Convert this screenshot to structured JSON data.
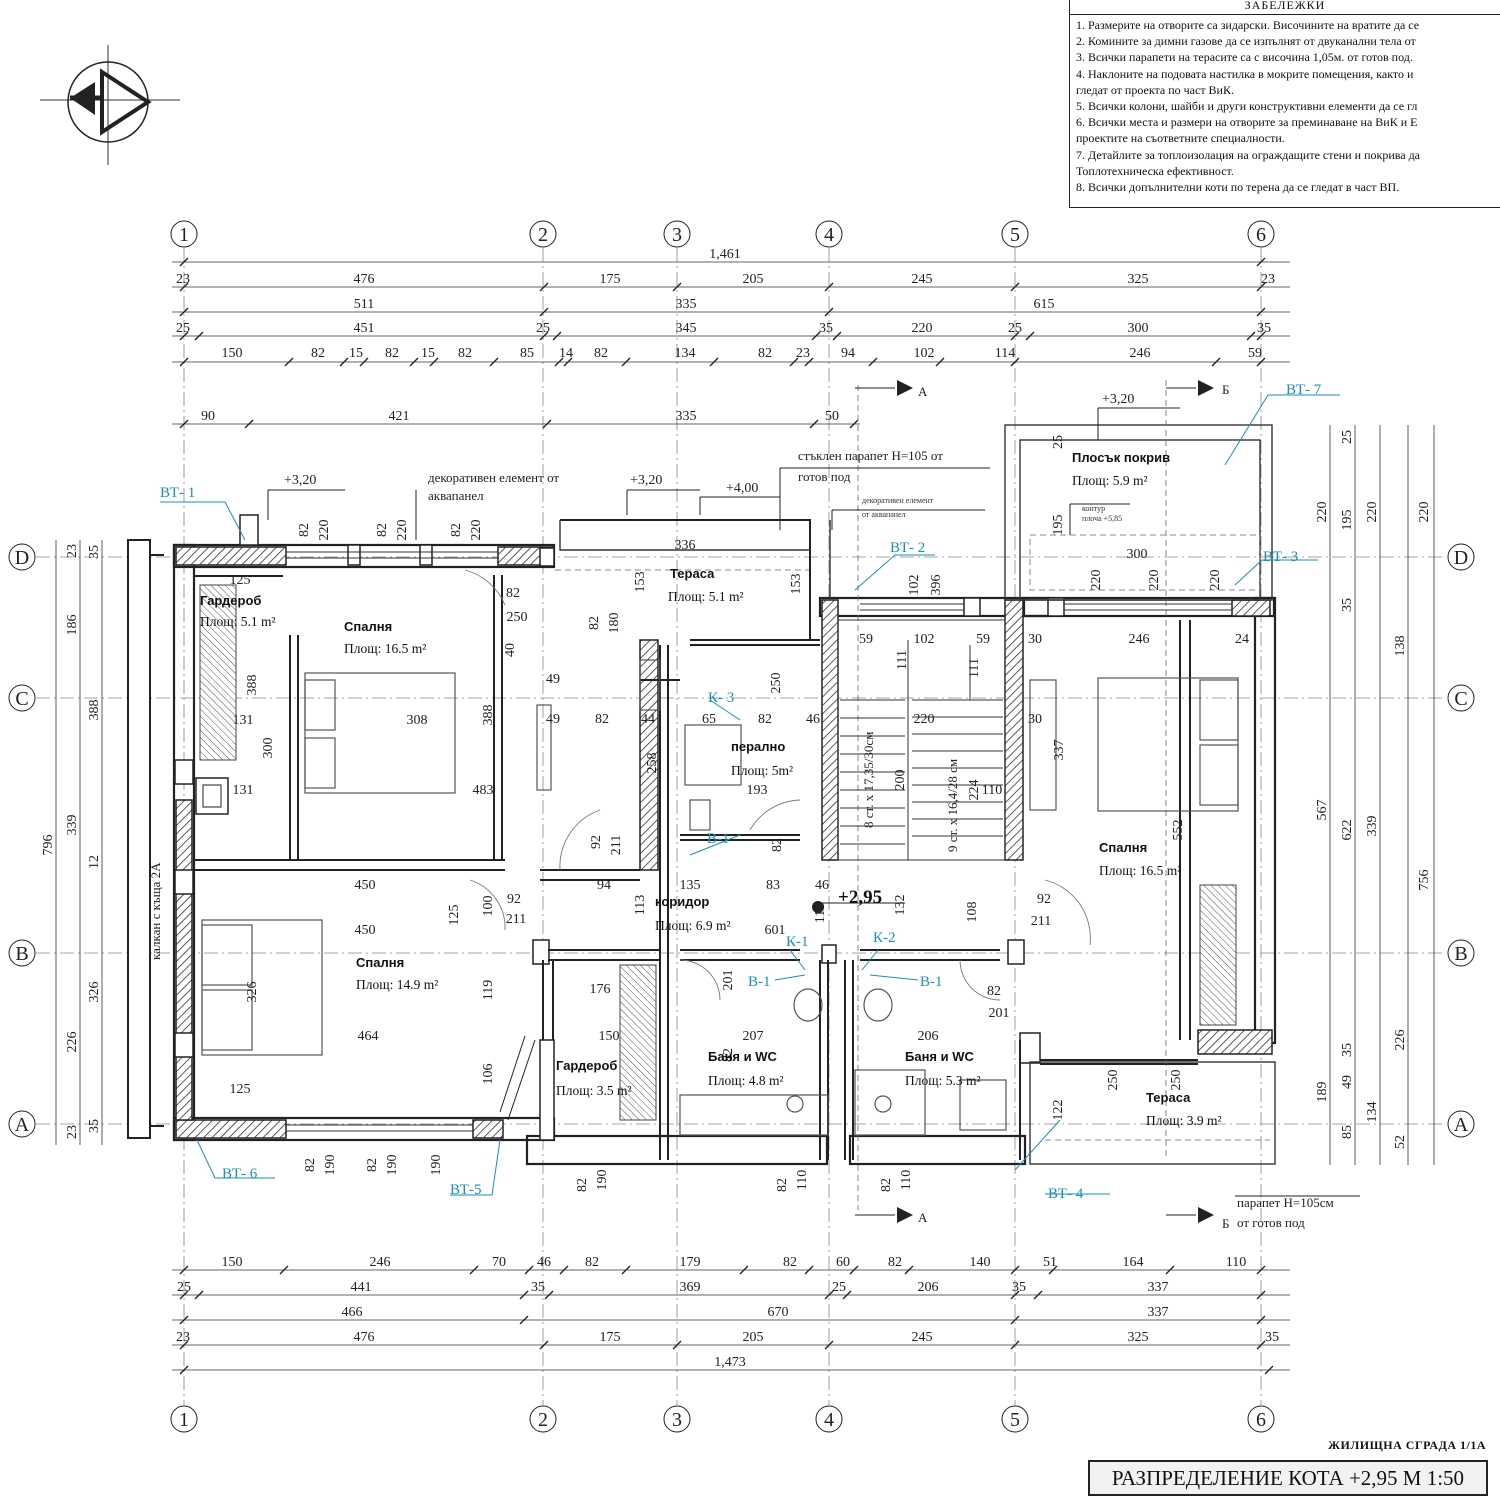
{
  "notes": {
    "title": "ЗАБЕЛЕЖКИ",
    "items": [
      "1. Размерите на отворите са зидарски. Височините на вратите да се",
      "2. Комините за димни газове да се изпълнят от двуканални тела от",
      "3. Всички парапети на терасите са с височина 1,05м. от готов под.",
      "4. Наклоните на подовата настилка в мокрите помещения, както и",
      "гледат от проекта по част ВиК.",
      "5. Всички колони, шайби и други конструктивни елементи да се гл",
      "6. Всички места и размери на отворите за преминаване на ВиК и Е",
      "проектите на съответните специалности.",
      "7. Детайлите за топлоизолация на ограждащите стени и покрива да",
      "Топлотехническа ефективност.",
      "8. Всички допълнителни коти по терена да се гледат в част ВП."
    ]
  },
  "axes": {
    "columns": [
      "1",
      "2",
      "3",
      "4",
      "5",
      "6"
    ],
    "rows": [
      "D",
      "C",
      "B",
      "A"
    ]
  },
  "dims": {
    "top1": [
      "1,461"
    ],
    "top2": [
      "23",
      "476",
      "175",
      "205",
      "245",
      "325",
      "23"
    ],
    "top3": [
      "511",
      "335",
      "615"
    ],
    "top4": [
      "25",
      "451",
      "25",
      "345",
      "35",
      "220",
      "25",
      "300",
      "35"
    ],
    "top5": [
      "150",
      "82",
      "15",
      "82",
      "15",
      "82",
      "85",
      "14",
      "82",
      "134",
      "82",
      "23",
      "94",
      "102",
      "114",
      "246",
      "59"
    ],
    "top6": [
      "90",
      "421",
      "335",
      "50"
    ],
    "bot1": [
      "150",
      "246",
      "70",
      "46",
      "82",
      "179",
      "82",
      "60",
      "82",
      "140",
      "51",
      "164",
      "110"
    ],
    "bot2": [
      "25",
      "441",
      "35",
      "369",
      "25",
      "206",
      "35",
      "337"
    ],
    "bot3": [
      "466",
      "670",
      "337"
    ],
    "bot4": [
      "23",
      "476",
      "175",
      "205",
      "245",
      "325",
      "35"
    ],
    "bot5": [
      "1,473"
    ],
    "left1": [
      "23",
      "35",
      "186",
      "388",
      "339",
      "12",
      "326",
      "226",
      "23",
      "35"
    ],
    "left2": [
      "796"
    ],
    "right1": [
      "25",
      "220",
      "195",
      "220",
      "220",
      "35",
      "138",
      "567",
      "552",
      "622",
      "339",
      "756",
      "226",
      "35",
      "189",
      "49",
      "134",
      "85",
      "52"
    ]
  },
  "rooms": {
    "garderob1": {
      "name": "Гардероб",
      "area": "Площ: 5.1 m²"
    },
    "spalnya1": {
      "name": "Спалня",
      "area": "Площ: 16.5 m²"
    },
    "terasa1": {
      "name": "Тераса",
      "area": "Площ: 5.1 m²"
    },
    "peralno": {
      "name": "перално",
      "area": "Площ: 5m²"
    },
    "koridor": {
      "name": "коридор",
      "area": "Площ: 6.9 m²"
    },
    "spalnya2": {
      "name": "Спалня",
      "area": "Площ: 14.9 m²"
    },
    "garderob2": {
      "name": "Гардероб",
      "area": "Площ: 3.5 m²"
    },
    "banya1": {
      "name": "Баня и WC",
      "area": "Площ: 4.8 m²"
    },
    "banya2": {
      "name": "Баня и WC",
      "area": "Площ: 5.3 m²"
    },
    "ploskak": {
      "name": "Плосък покрив",
      "area": "Площ: 5.9 m²"
    },
    "spalnya3": {
      "name": "Спалня",
      "area": "Площ: 16.5 m²"
    },
    "terasa2": {
      "name": "Тераса",
      "area": "Площ: 3.9 m²"
    }
  },
  "tags": {
    "vt1": "ВТ- 1",
    "vt2": "ВТ- 2",
    "vt3": "ВТ- 3",
    "vt4": "ВТ- 4",
    "vt5": "ВТ-5",
    "vt6": "ВТ- 6",
    "vt7": "ВТ- 7",
    "k1": "К-1",
    "k2": "К-2",
    "k3": "К- 3",
    "b1a": "В-1",
    "b1b": "В-1",
    "b1c": "В-1"
  },
  "annotations": {
    "dekor": "декоративен елемент от",
    "dekor2": "аквапанел",
    "staklen": "стъклен парапет Н=105 от",
    "staklen2": "готов под",
    "dekor_small": "декоративен елемент",
    "dekor_small2": "от аквапанел",
    "kontur": "контур",
    "kontur2": "плоча +5,85",
    "calcan": "калкан с къща 2А",
    "parapet": "парапет Н=105см",
    "parapet2": "от готов под",
    "level_main": "+2,95",
    "lv1": "+3,20",
    "lv2": "+3,20",
    "lv3": "+4,00",
    "lv4": "+3,20",
    "stairs1": "8 ст. x 17,35/30см",
    "stairs2": "9 ст. x 16,4/28 см",
    "sec_a": "А",
    "sec_b": "Б"
  },
  "title_block": {
    "subtitle": "ЖИЛИЩНА СГРАДА 1/1А",
    "title": "РАЗПРЕДЕЛЕНИЕ КОТА +2,95 М 1:50"
  }
}
